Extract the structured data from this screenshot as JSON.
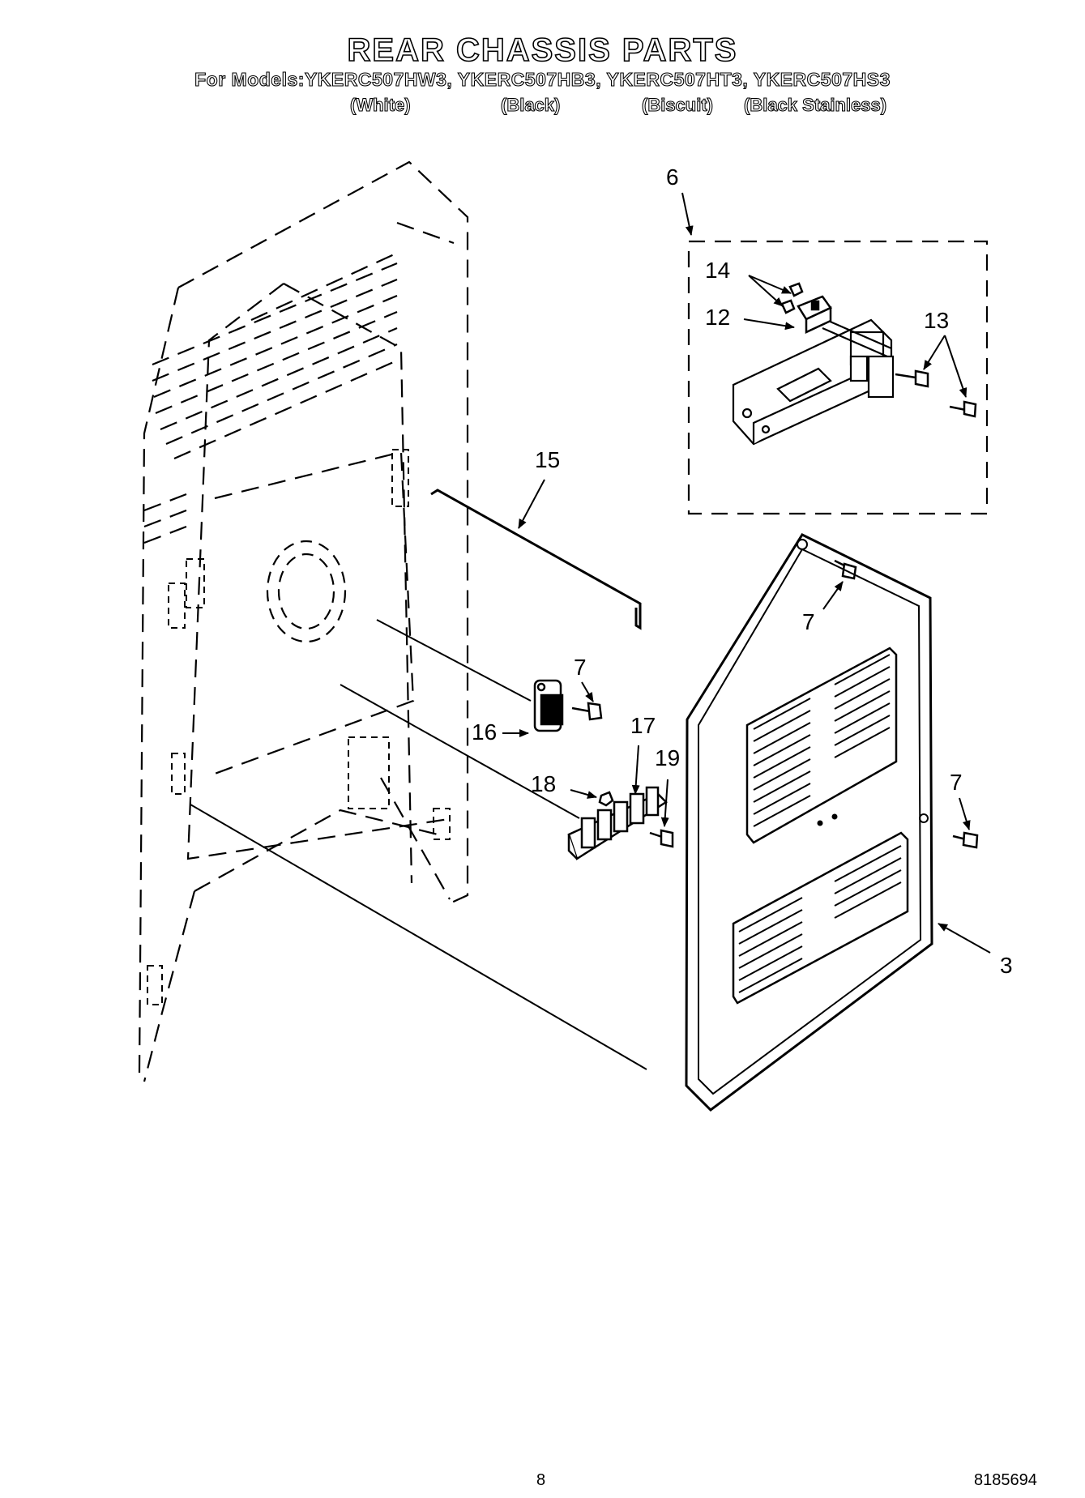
{
  "header": {
    "title": "REAR CHASSIS PARTS",
    "models_line": "For Models:YKERC507HW3, YKERC507HB3, YKERC507HT3, YKERC507HS3",
    "variants": [
      "(White)",
      "(Black)",
      "(Biscuit)",
      "(Black Stainless)"
    ]
  },
  "callouts": {
    "p6": "6",
    "p14": "14",
    "p12": "12",
    "p13": "13",
    "p15": "15",
    "p7a": "7",
    "p7b": "7",
    "p7c": "7",
    "p16": "16",
    "p17": "17",
    "p18": "18",
    "p19": "19",
    "p3": "3"
  },
  "footer": {
    "page_number": "8",
    "doc_number": "8185694"
  }
}
